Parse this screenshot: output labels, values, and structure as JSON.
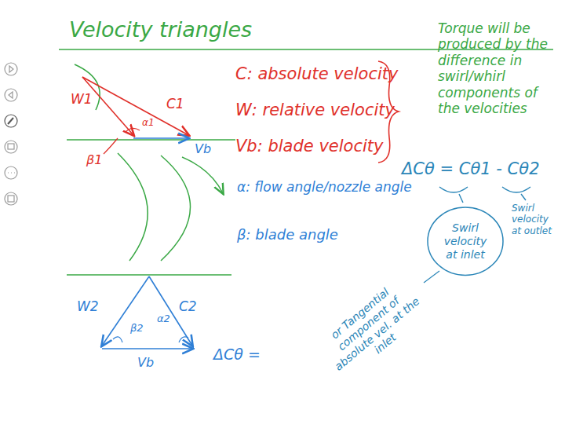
{
  "diagram": {
    "title": "Velocity triangles",
    "nodes": [
      {
        "text": [
          "Swirl velocity at inlet"
        ]
      }
    ],
    "labels": [
      "W1",
      "C1",
      "α1",
      "β1",
      "Vb",
      "W2",
      "C2",
      "α2",
      "β2",
      "Vb",
      "C: absolute velocity",
      "W: relative velocity",
      "Vb: blade velocity",
      "α: flow angle/nozzle angle",
      "β: blade angle",
      "ΔCθ =",
      "Torque will be produced by the difference in swirl/whirl components of the velocities",
      "ΔCθ = Cθ1 - Cθ2",
      "Swirl velocity at outlet",
      "or Tangential component of absolute vel. at the inlet"
    ]
  }
}
